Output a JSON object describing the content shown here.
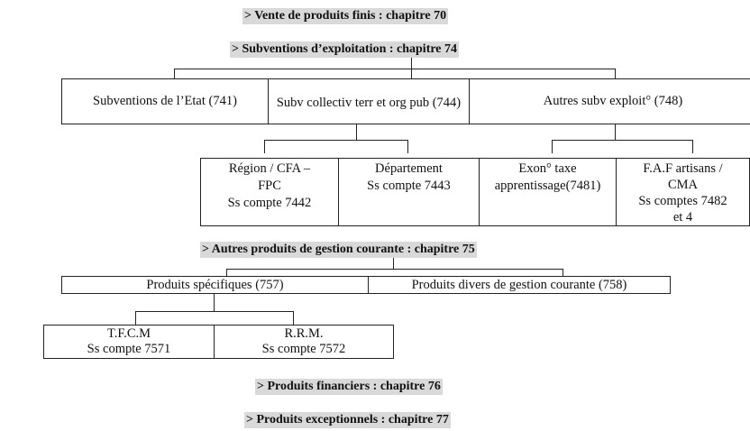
{
  "chapters": {
    "c70": "> Vente de produits finis : chapitre 70",
    "c74": "> Subventions d’exploitation : chapitre 74",
    "c75": "> Autres produits de gestion courante : chapitre 75",
    "c76": "> Produits financiers : chapitre 76",
    "c77": "> Produits exceptionnels : chapitre 77"
  },
  "c74_level1": [
    "Subventions de l’Etat (741)",
    "Subv collectiv terr et org pub (744)",
    "Autres subv exploit° (748)"
  ],
  "c74_level2": [
    [
      "Région / CFA –",
      "FPC",
      "Ss compte 7442"
    ],
    [
      "Département",
      "Ss compte 7443"
    ],
    [
      "Exon° taxe",
      "apprentissage(7481)"
    ],
    [
      "F.A.F artisans /",
      "CMA",
      "Ss comptes 7482",
      "et 4"
    ]
  ],
  "c75_level1": [
    "Produits spécifiques (757)",
    "Produits divers de gestion courante (758)"
  ],
  "c75_level2": [
    [
      "T.F.C.M",
      "Ss compte 7571"
    ],
    [
      "R.R.M.",
      "Ss compte 7572"
    ]
  ]
}
